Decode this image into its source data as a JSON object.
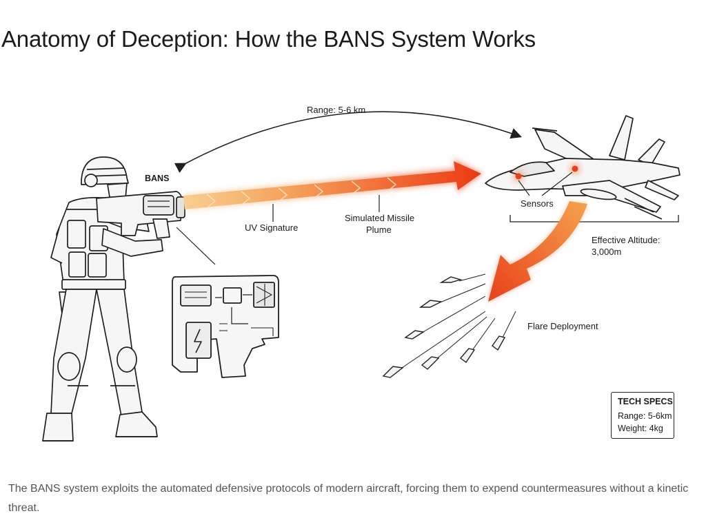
{
  "title": "Anatomy of Deception: How the BANS System Works",
  "labels": {
    "range": "Range: 5-6 km",
    "device": "BANS",
    "uv_signature": "UV Signature",
    "plume_line1": "Simulated Missile",
    "plume_line2": "Plume",
    "sensors": "Sensors",
    "altitude_line1": "Effective Altitude:",
    "altitude_line2": "3,000m",
    "flares": "Flare Deployment"
  },
  "tech_specs": {
    "heading": "TECH SPECS",
    "range": "Range: 5-6km",
    "weight": "Weight: 4kg"
  },
  "caption": "The BANS system exploits the automated defensive protocols of modern aircraft, forcing them to expend countermeasures without a kinetic threat.",
  "colors": {
    "beam_start": "#f7c080",
    "beam_end": "#ec3a12",
    "flare_arrow": "#e8421a",
    "line_art": "#1f1f1f"
  }
}
